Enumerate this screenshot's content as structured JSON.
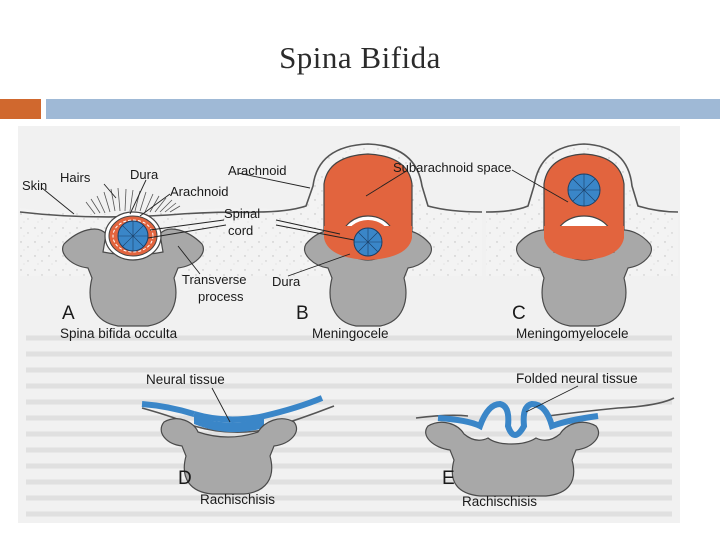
{
  "slide": {
    "title": "Spina Bifida"
  },
  "colors": {
    "accent_orange": "#d0682e",
    "accent_blue": "#9fb9d6",
    "csf": "#e2643e",
    "neural": "#3a86c8",
    "bone": "#a8a8a8"
  },
  "figure": {
    "panel_a": {
      "letter": "A",
      "caption": "Spina bifida occulta"
    },
    "panel_b": {
      "letter": "B",
      "caption": "Meningocele"
    },
    "panel_c": {
      "letter": "C",
      "caption": "Meningomyelocele"
    },
    "panel_d": {
      "letter": "D",
      "caption": "Rachischisis"
    },
    "panel_e": {
      "letter": "E",
      "caption": "Rachischisis"
    },
    "labels": {
      "skin": "Skin",
      "hairs": "Hairs",
      "dura_a": "Dura",
      "arachnoid_a": "Arachnoid",
      "spinal": "Spinal",
      "cord": "cord",
      "transverse": "Transverse",
      "process": "process",
      "dura_b": "Dura",
      "arachnoid_b": "Arachnoid",
      "subarachnoid_space": "Subarachnoid space",
      "neural_tissue": "Neural tissue",
      "folded_neural_tissue": "Folded neural tissue"
    }
  }
}
